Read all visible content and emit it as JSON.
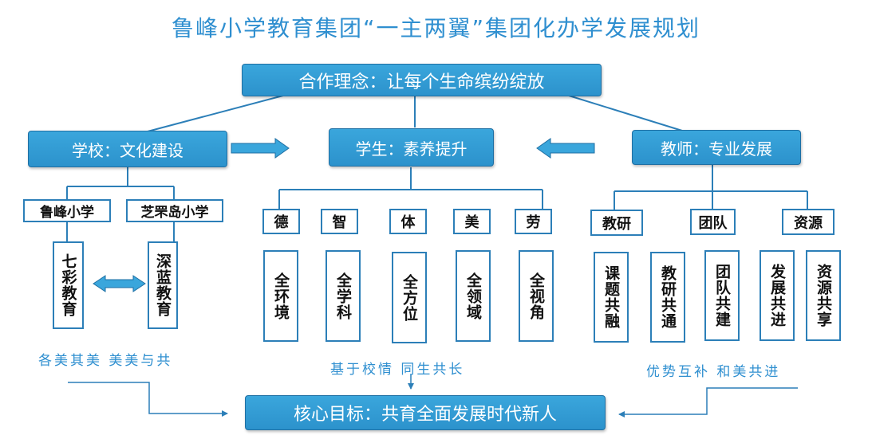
{
  "title": "鲁峰小学教育集团“一主两翼”集团化办学发展规划",
  "concept": "合作理念：让每个生命缤纷绽放",
  "left_branch": {
    "label": "学校：文化建设",
    "schools": [
      "鲁峰小学",
      "芝罘岛小学"
    ],
    "programs": [
      "七彩教育",
      "深蓝教育"
    ],
    "note": "各美其美  美美与共"
  },
  "center_branch": {
    "label": "学生：素养提升",
    "categories": [
      "德",
      "智",
      "体",
      "美",
      "劳"
    ],
    "items": [
      "全环境",
      "全学科",
      "全方位",
      "全领域",
      "全视角"
    ],
    "note": "基于校情  同生共长"
  },
  "right_branch": {
    "label": "教师：专业发展",
    "categories": [
      "教研",
      "团队",
      "资源"
    ],
    "items": [
      "课题共融",
      "教研共通",
      "团队共建",
      "发展共进",
      "资源共享"
    ],
    "note": "优势互补  和美共进"
  },
  "goal": "核心目标：共育全面发展时代新人",
  "colors": {
    "box_blue": "#2c92cc",
    "line_blue": "#2c7fb8",
    "title_blue": "#2f8fd0",
    "text_white": "#ffffff"
  }
}
